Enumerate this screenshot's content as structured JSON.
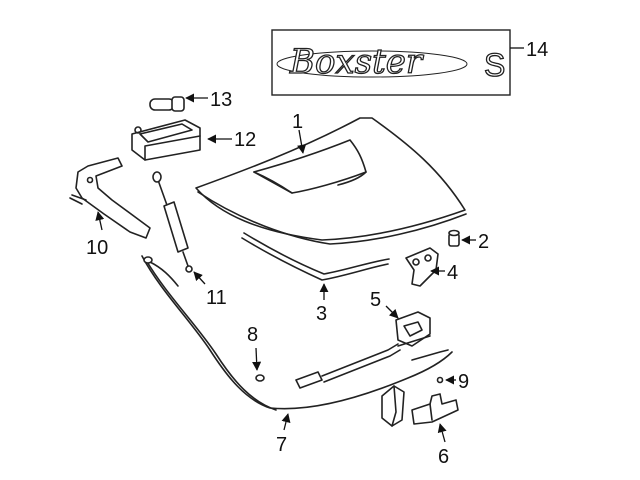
{
  "diagram": {
    "callouts": {
      "c1": "1",
      "c2": "2",
      "c3": "3",
      "c4": "4",
      "c5": "5",
      "c6": "6",
      "c7": "7",
      "c8": "8",
      "c9": "9",
      "c10": "10",
      "c11": "11",
      "c12": "12",
      "c13": "13",
      "c14": "14"
    },
    "badge": {
      "script_text": "Boxster",
      "suffix_text": "S"
    },
    "colors": {
      "line": "#222222",
      "background": "#ffffff"
    }
  }
}
